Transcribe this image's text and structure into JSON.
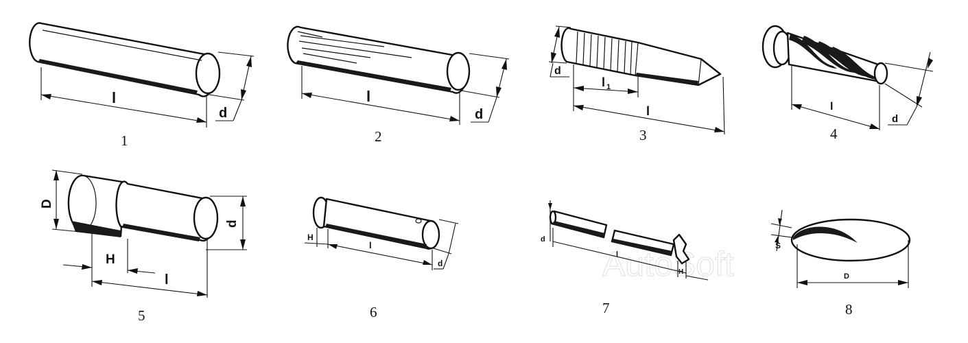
{
  "figures": [
    {
      "number": "1",
      "labels": {
        "length": "l",
        "diameter": "d"
      }
    },
    {
      "number": "2",
      "labels": {
        "length": "l",
        "diameter": "d"
      }
    },
    {
      "number": "3",
      "labels": {
        "diameter": "d",
        "knurl_length": "l",
        "knurl_sub": "1",
        "length": "l"
      }
    },
    {
      "number": "4",
      "labels": {
        "length": "l",
        "diameter": "d"
      }
    },
    {
      "number": "5",
      "labels": {
        "head_diameter": "D",
        "head_height": "H",
        "length": "l",
        "diameter": "d"
      }
    },
    {
      "number": "6",
      "labels": {
        "head_height": "H",
        "length": "l",
        "diameter": "d"
      }
    },
    {
      "number": "7",
      "labels": {
        "diameter": "d",
        "length": "l",
        "head_height": "H"
      }
    },
    {
      "number": "8",
      "labels": {
        "thickness": "S",
        "diameter": "D"
      }
    }
  ],
  "watermark": "AutoSoft"
}
